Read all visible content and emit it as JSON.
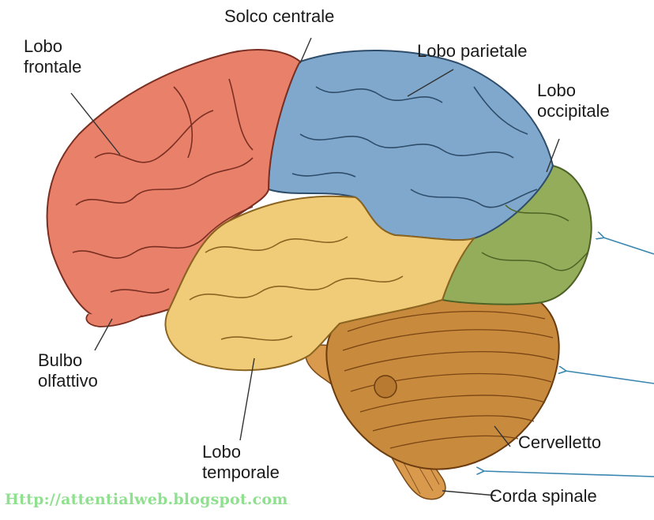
{
  "labels": {
    "frontal": [
      "Lobo",
      "frontale"
    ],
    "central_sulcus": [
      "Solco centrale"
    ],
    "parietal": [
      "Lobo parietale"
    ],
    "occipital": [
      "Lobo",
      "occipitale"
    ],
    "olfactory_bulb": [
      "Bulbo",
      "olfattivo"
    ],
    "temporal": [
      "Lobo",
      "temporale"
    ],
    "cerebellum": [
      "Cervelletto"
    ],
    "spinal_cord": [
      "Corda spinale"
    ]
  },
  "watermark": "Http://attentialweb.blogspot.com",
  "colors": {
    "frontal": "#e8806a",
    "parietal": "#7fa8cc",
    "occipital": "#93ad5a",
    "temporal": "#f0cc78",
    "cerebellum": "#c88a3c",
    "brainstem": "#d99a4e",
    "pointer_arrow": "#3a86b0",
    "watermark": "#8fe08f"
  }
}
